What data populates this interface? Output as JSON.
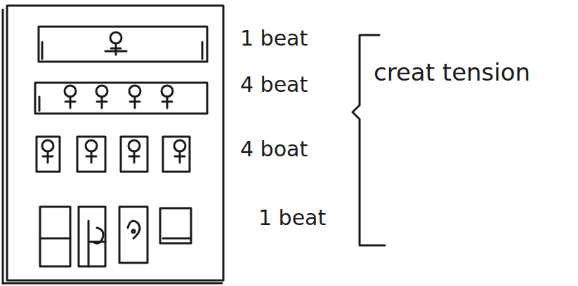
{
  "diagram": {
    "labels": [
      "1 beat",
      "4 beat",
      "4 boat",
      "1 beat",
      "creat tension"
    ]
  }
}
